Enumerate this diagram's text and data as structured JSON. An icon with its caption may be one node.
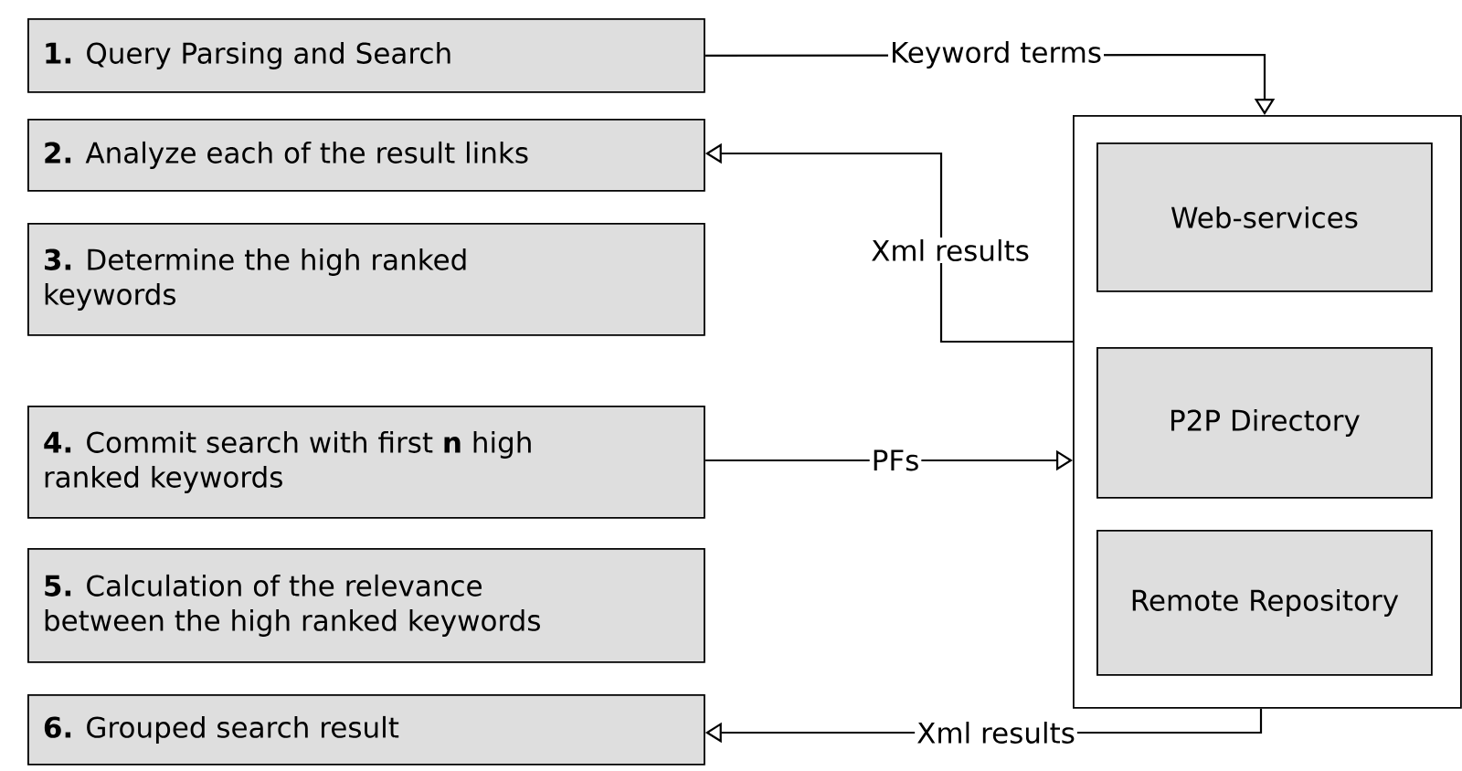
{
  "diagram": {
    "nodes": [
      {
        "text": [
          "**1.** Query Parsing and Search"
        ]
      },
      {
        "text": [
          "**2.** Analyze each of the result links"
        ]
      },
      {
        "text": [
          "**3.** Determine the high ranked keywords"
        ]
      },
      {
        "text": [
          "**4.** Commit search with first **n** high ranked keywords"
        ]
      },
      {
        "text": [
          "**5.** Calculation of the relevance between the high ranked keywords"
        ]
      },
      {
        "text": [
          "**6.** Grouped search result"
        ]
      },
      {
        "text": [],
        "shape": "box"
      },
      {
        "text": [
          "Web-services"
        ],
        "in": 6
      },
      {
        "text": [
          "P2P Directory"
        ],
        "in": 6
      },
      {
        "text": [
          "Remote Repository"
        ],
        "in": 6
      }
    ],
    "edges": [
      {
        "from": 0,
        "to": 6,
        "arrow": "to",
        "label": "Keyword terms"
      },
      {
        "from": 6,
        "to": 1,
        "arrow": "to",
        "label": "Xml results"
      },
      {
        "from": 3,
        "to": 6,
        "arrow": "to",
        "label": "PFs"
      },
      {
        "from": 6,
        "to": 5,
        "arrow": "to",
        "label": "Xml results"
      }
    ]
  }
}
